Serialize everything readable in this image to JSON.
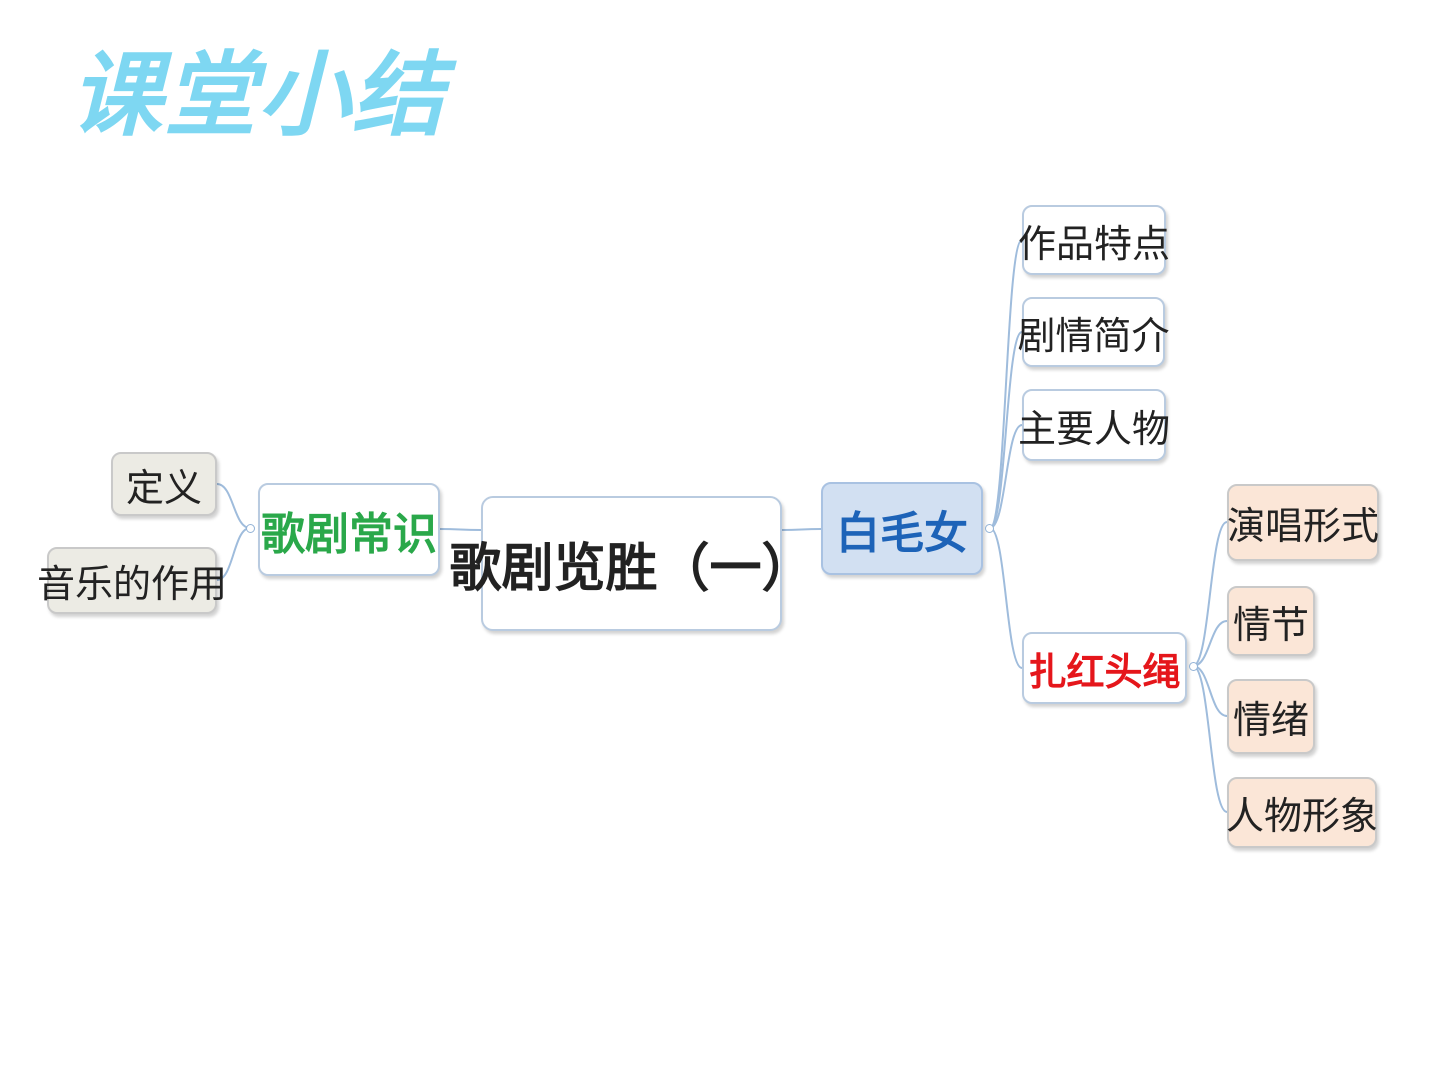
{
  "slide_title": "课堂小结",
  "colors": {
    "title": "#7ed7f2",
    "connector": "#9fbcdc",
    "root_bg": "#ffffff",
    "main_green": "#2aa84a",
    "main_blue_text": "#1d63b8",
    "main_blue_bg": "#d2e0f2",
    "sub_red": "#e5161b",
    "leaf_left_bg": "#ecebe4",
    "leaf_right_bg": "#fbe6d7",
    "leaf_plain_bg": "#ffffff"
  },
  "mindmap": {
    "root": "歌剧览胜（一）",
    "left": {
      "label": "歌剧常识",
      "children": [
        "定义",
        "音乐的作用"
      ]
    },
    "right": {
      "label": "白毛女",
      "children": [
        "作品特点",
        "剧情简介",
        "主要人物"
      ],
      "sub": {
        "label": "扎红头绳",
        "children": [
          "演唱形式",
          "情节",
          "情绪",
          "人物形象"
        ]
      }
    }
  }
}
